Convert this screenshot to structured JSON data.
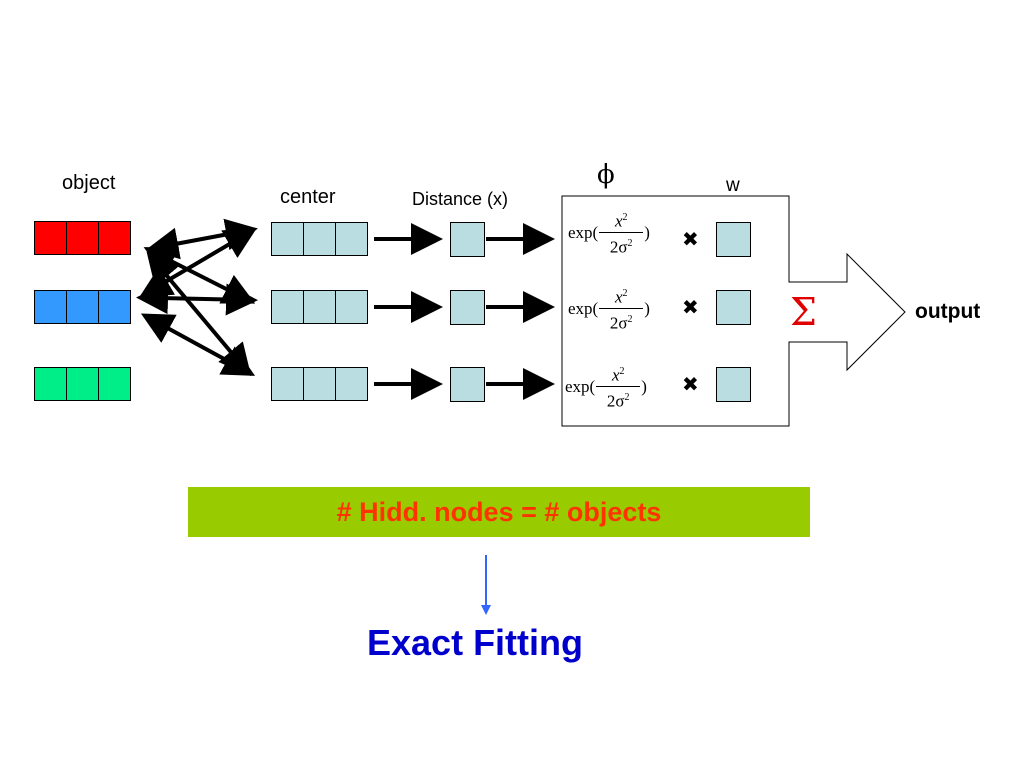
{
  "labels": {
    "object": "object",
    "center": "center",
    "distance": "Distance (x)",
    "phi": "ϕ",
    "w": "w",
    "output": "output",
    "sigma_sum": "Σ"
  },
  "formula": {
    "prefix": "exp(",
    "numerator": "x",
    "numerator_exp": "2",
    "denominator": "2σ",
    "denominator_exp": "2",
    "suffix": ")"
  },
  "times_symbol": "✖",
  "object_colors": [
    "#ff0000",
    "#3399ff",
    "#00ee88"
  ],
  "center_color": "#b9dde1",
  "banner": {
    "text": "# Hidd. nodes = # objects",
    "bg": "#99cc00",
    "fg": "#ff3300"
  },
  "result": {
    "text": "Exact Fitting",
    "color": "#0000cc"
  }
}
